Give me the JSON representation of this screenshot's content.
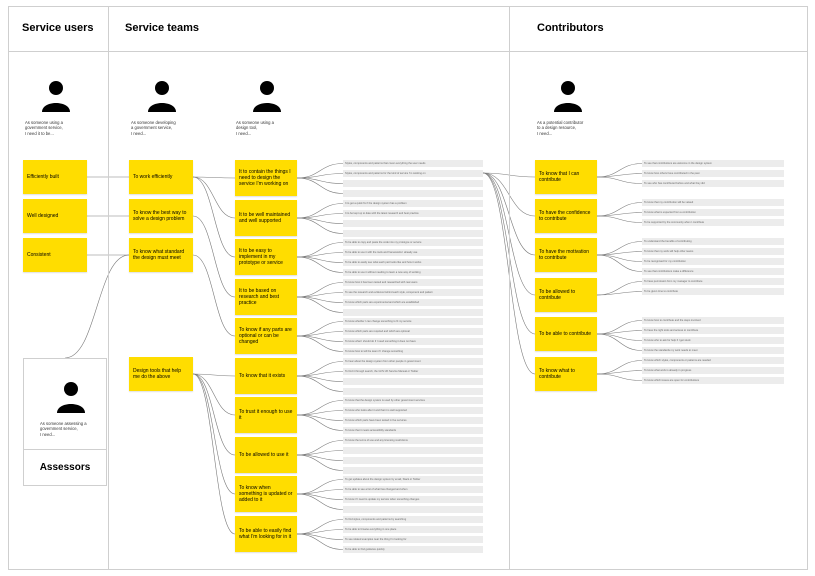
{
  "columns": {
    "service_users": "Service users",
    "service_teams": "Service teams",
    "contributors": "Contributors",
    "assessors": "Assessors"
  },
  "personas": [
    {
      "key": "user",
      "text": "As someone using a\ngovernment service,\nI need it to be..."
    },
    {
      "key": "developer",
      "text": "As someone developing\na government service,\nI need..."
    },
    {
      "key": "tool_user",
      "text": "As someone using a\ndesign tool,\nI need..."
    },
    {
      "key": "contributor",
      "text": "As a potential contributor\nto a design resource,\nI need..."
    },
    {
      "key": "assessor",
      "text": "As someone assessing a\ngovernment service,\nI need..."
    }
  ],
  "user_needs": [
    "Efficiently built",
    "Well designed",
    "Consistent"
  ],
  "team_needs": [
    "To work efficiently",
    "To know the best way to solve a design problem",
    "To know what standard the design must meet",
    "Design tools that help me do the above"
  ],
  "tool_needs": [
    "It to contain the things I need to design the service I'm working on",
    "It to be well maintained and well supported",
    "It to be easy to implement in my prototype or service",
    "It to be based on research and best practice",
    "To know if any parts are optional or can be changed",
    "To know that it exists",
    "To trust it enough to use it",
    "To be allowed to use it",
    "To know when something is updated or added to it",
    "To be able to easily find what I'm looking for in it"
  ],
  "contributor_needs": [
    "To know that I can contribute",
    "To have the confidence to contribute",
    "To have the motivation to contribute",
    "To be allowed to contribute",
    "To be able to contribute",
    "To know what to contribute"
  ],
  "tool_notes": [
    [
      "Styles, components and patterns that cover everything the user needs",
      "Styles, components and patterns for the kind of service I'm working on",
      "",
      ""
    ],
    [
      "It to get a quick fix if the design system has a problem",
      "It to be kept up to date with the latest research and best practice",
      "",
      ""
    ],
    [
      "To be able to copy and paste the code into my prototype or service",
      "To be able to use it with the tools and frameworks I already use",
      "To be able to easily see what each part looks like and how it works",
      "To be able to use it without needing to learn a new way of working"
    ],
    [
      "To know how it has been tested and researched with real users",
      "To see the research and evidence behind each style, component and pattern",
      "To know which parts are experimental and which are established",
      ""
    ],
    [
      "To know whether I can change something to fit my service",
      "To know which parts are required and which are optional",
      "To know what I should do if I need something it does not have",
      "To know how to tell the team if I change something"
    ],
    [
      "To hear about the design system from other people in government",
      "To find it through search, the GOV.UK Service Manual or Twitter",
      "",
      ""
    ],
    [
      "To know that the design system is used by other government services",
      "To know who looks after it and that it is well supported",
      "To know which parts have been tested in live services",
      "To know that it meets accessibility standards"
    ],
    [
      "To know the terms of use and any licensing restrictions",
      "",
      "",
      ""
    ],
    [
      "To get updates about the design system by email, Slack or Twitter",
      "To be able to see a list of what has changed and when",
      "To know if I need to update my service when something changes",
      ""
    ],
    [
      "To find styles, components and patterns by searching",
      "To be able to browse everything in one place",
      "To see related examples near the thing I'm looking for",
      "To be able to find guidance quickly"
    ]
  ],
  "contributor_notes": [
    [
      "To see that contributions are welcome in the design system",
      "To know how others have contributed in the past",
      "To see who has contributed before and what they did"
    ],
    [
      "To know that my contribution will be valued",
      "To know what is expected from a contribution",
      "To be supported by the community when I contribute"
    ],
    [
      "To understand the benefits of contributing",
      "To know that my work will help other teams",
      "To be recognised for my contribution",
      "To see that contributions make a difference"
    ],
    [
      "To have permission from my manager to contribute",
      "To be given time to contribute"
    ],
    [
      "To know how to contribute and the steps involved",
      "To have the right tools and access to contribute",
      "To know who to ask for help if I get stuck",
      "To know the standards my work needs to meet"
    ],
    [
      "To know which styles, components or patterns are needed",
      "To know what work is already in progress",
      "To know which issues are open for contributions"
    ]
  ],
  "colors": {
    "sticky": "#ffdd00",
    "lines": "#cfcfcf",
    "connectors": "#7a7a7a",
    "note": "#ececec"
  }
}
